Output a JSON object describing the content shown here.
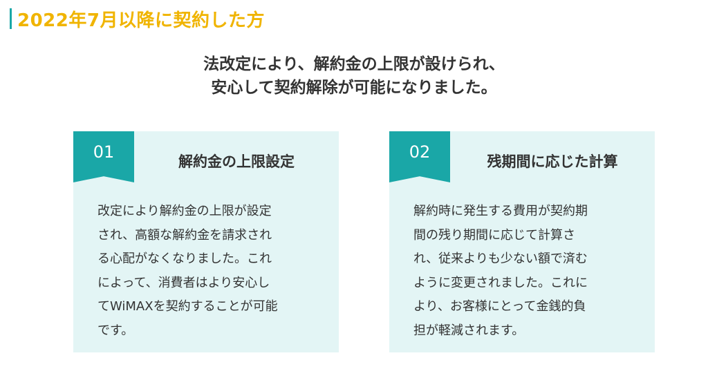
{
  "section_title": "2022年7月以降に契約した方",
  "headline": {
    "line1": "法改定により、解約金の上限が設けられ、",
    "line2": "安心して契約解除が可能になりました。"
  },
  "cards": [
    {
      "number": "01",
      "title": "解約金の上限設定",
      "body_lines": [
        "改定により解約金の上限が設定",
        "され、高額な解約金を請求され",
        "る心配がなくなりました。これ",
        "によって、消費者はより安心し",
        "てWiMAXを契約することが可能",
        "です。"
      ]
    },
    {
      "number": "02",
      "title": "残期間に応じた計算",
      "body_lines": [
        "解約時に発生する費用が契約期",
        "間の残り期間に応じて計算さ",
        "れ、従来よりも少ない額で済む",
        "ように変更されました。これに",
        "より、お客様にとって金銭的負",
        "担が軽減されます。"
      ]
    }
  ],
  "colors": {
    "accent": "#1aa7a7",
    "title": "#f0b400",
    "card_bg": "#e3f5f5",
    "text": "#333333"
  }
}
